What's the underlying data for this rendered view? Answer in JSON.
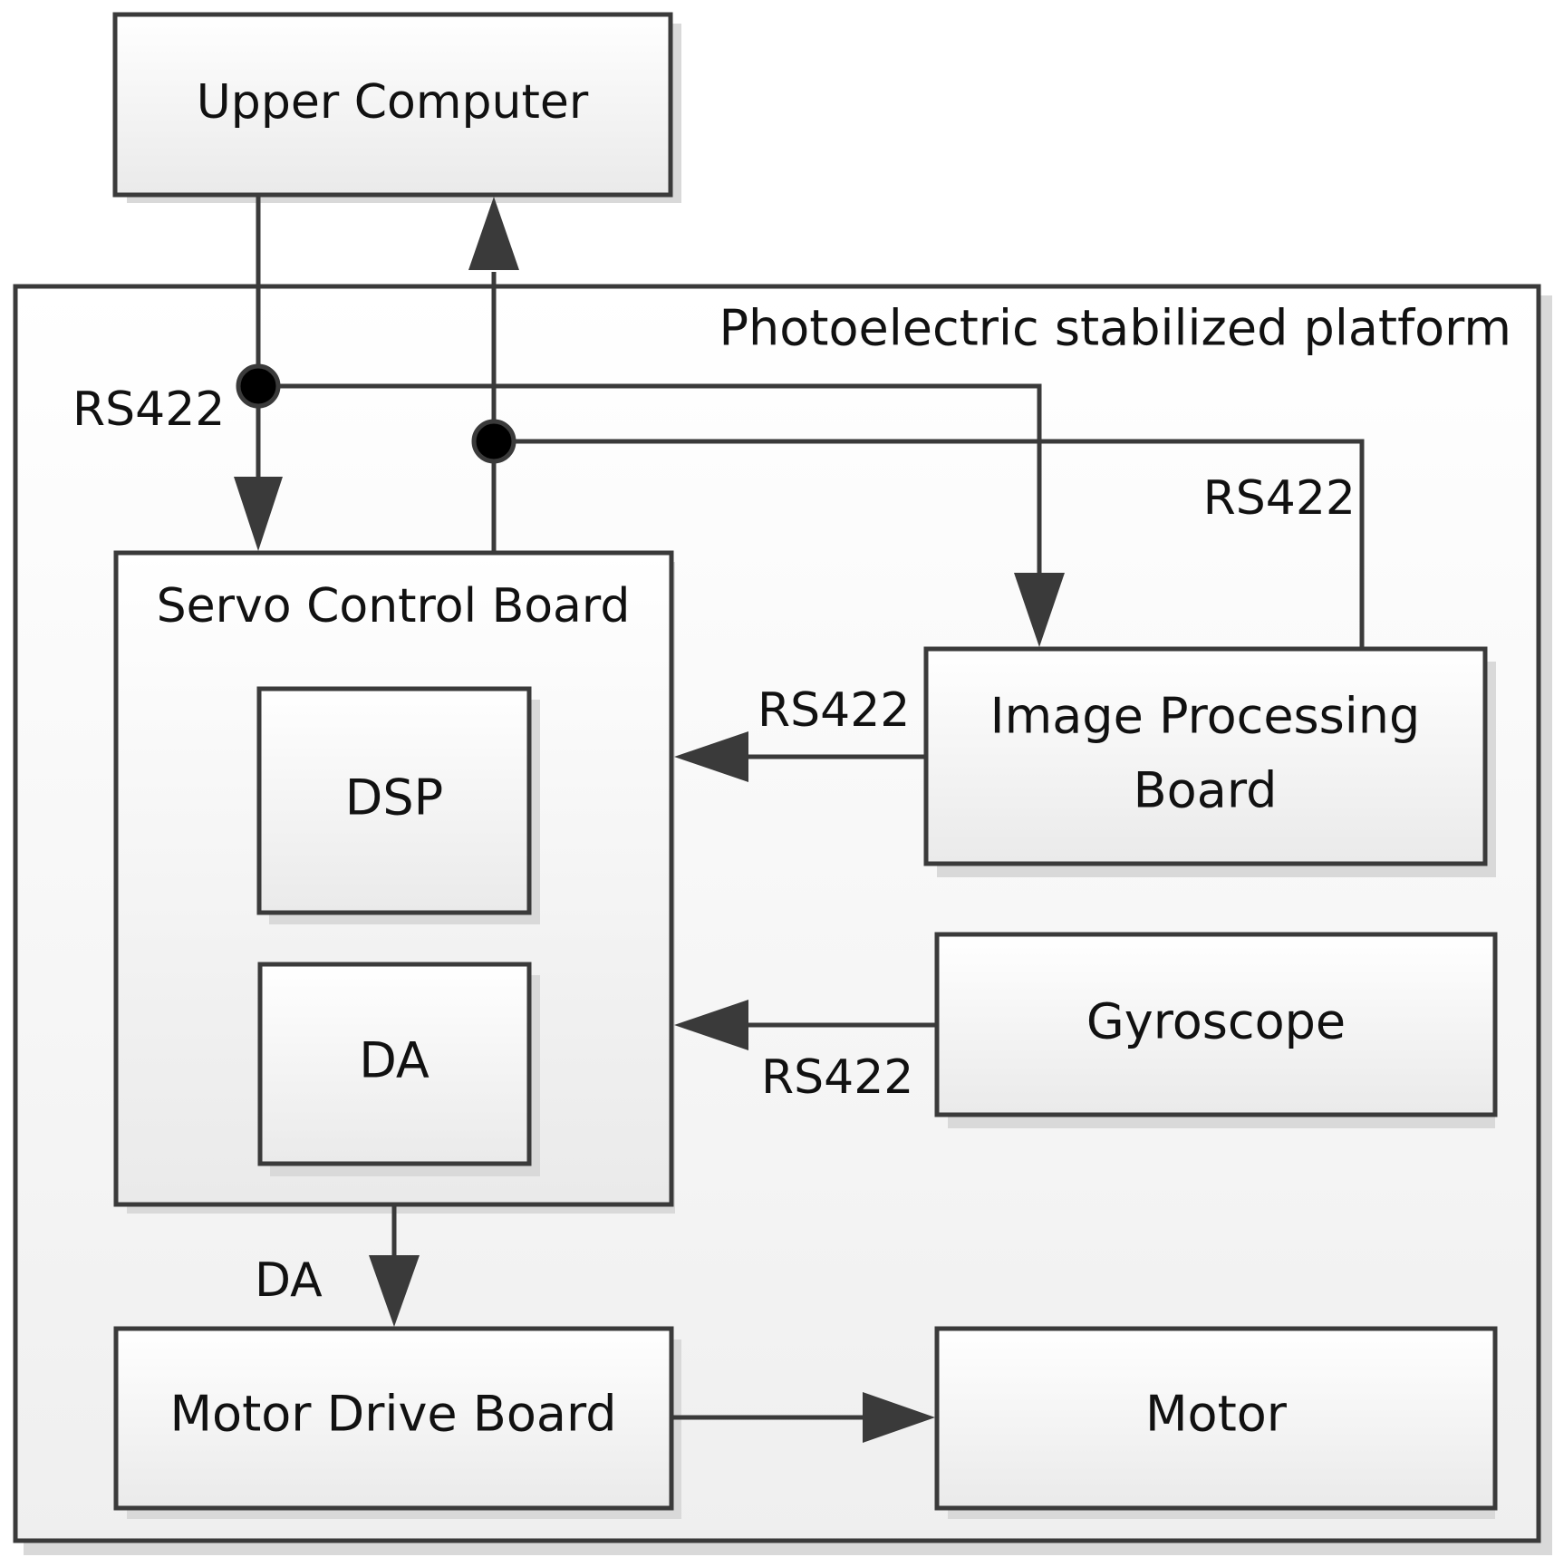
{
  "diagram": {
    "upper_computer": "Upper Computer",
    "platform_title": "Photoelectric stabilized platform",
    "servo_board": "Servo Control Board",
    "dsp": "DSP",
    "da_module": "DA",
    "image_board_line1": "Image Processing",
    "image_board_line2": "Board",
    "gyroscope": "Gyroscope",
    "motor_drive_board": "Motor Drive Board",
    "motor": "Motor",
    "edge_labels": {
      "rs422_upper_link": "RS422",
      "rs422_image_loop": "RS422",
      "rs422_image_to_servo": "RS422",
      "rs422_gyro_to_servo": "RS422",
      "da_servo_to_drive": "DA"
    }
  }
}
